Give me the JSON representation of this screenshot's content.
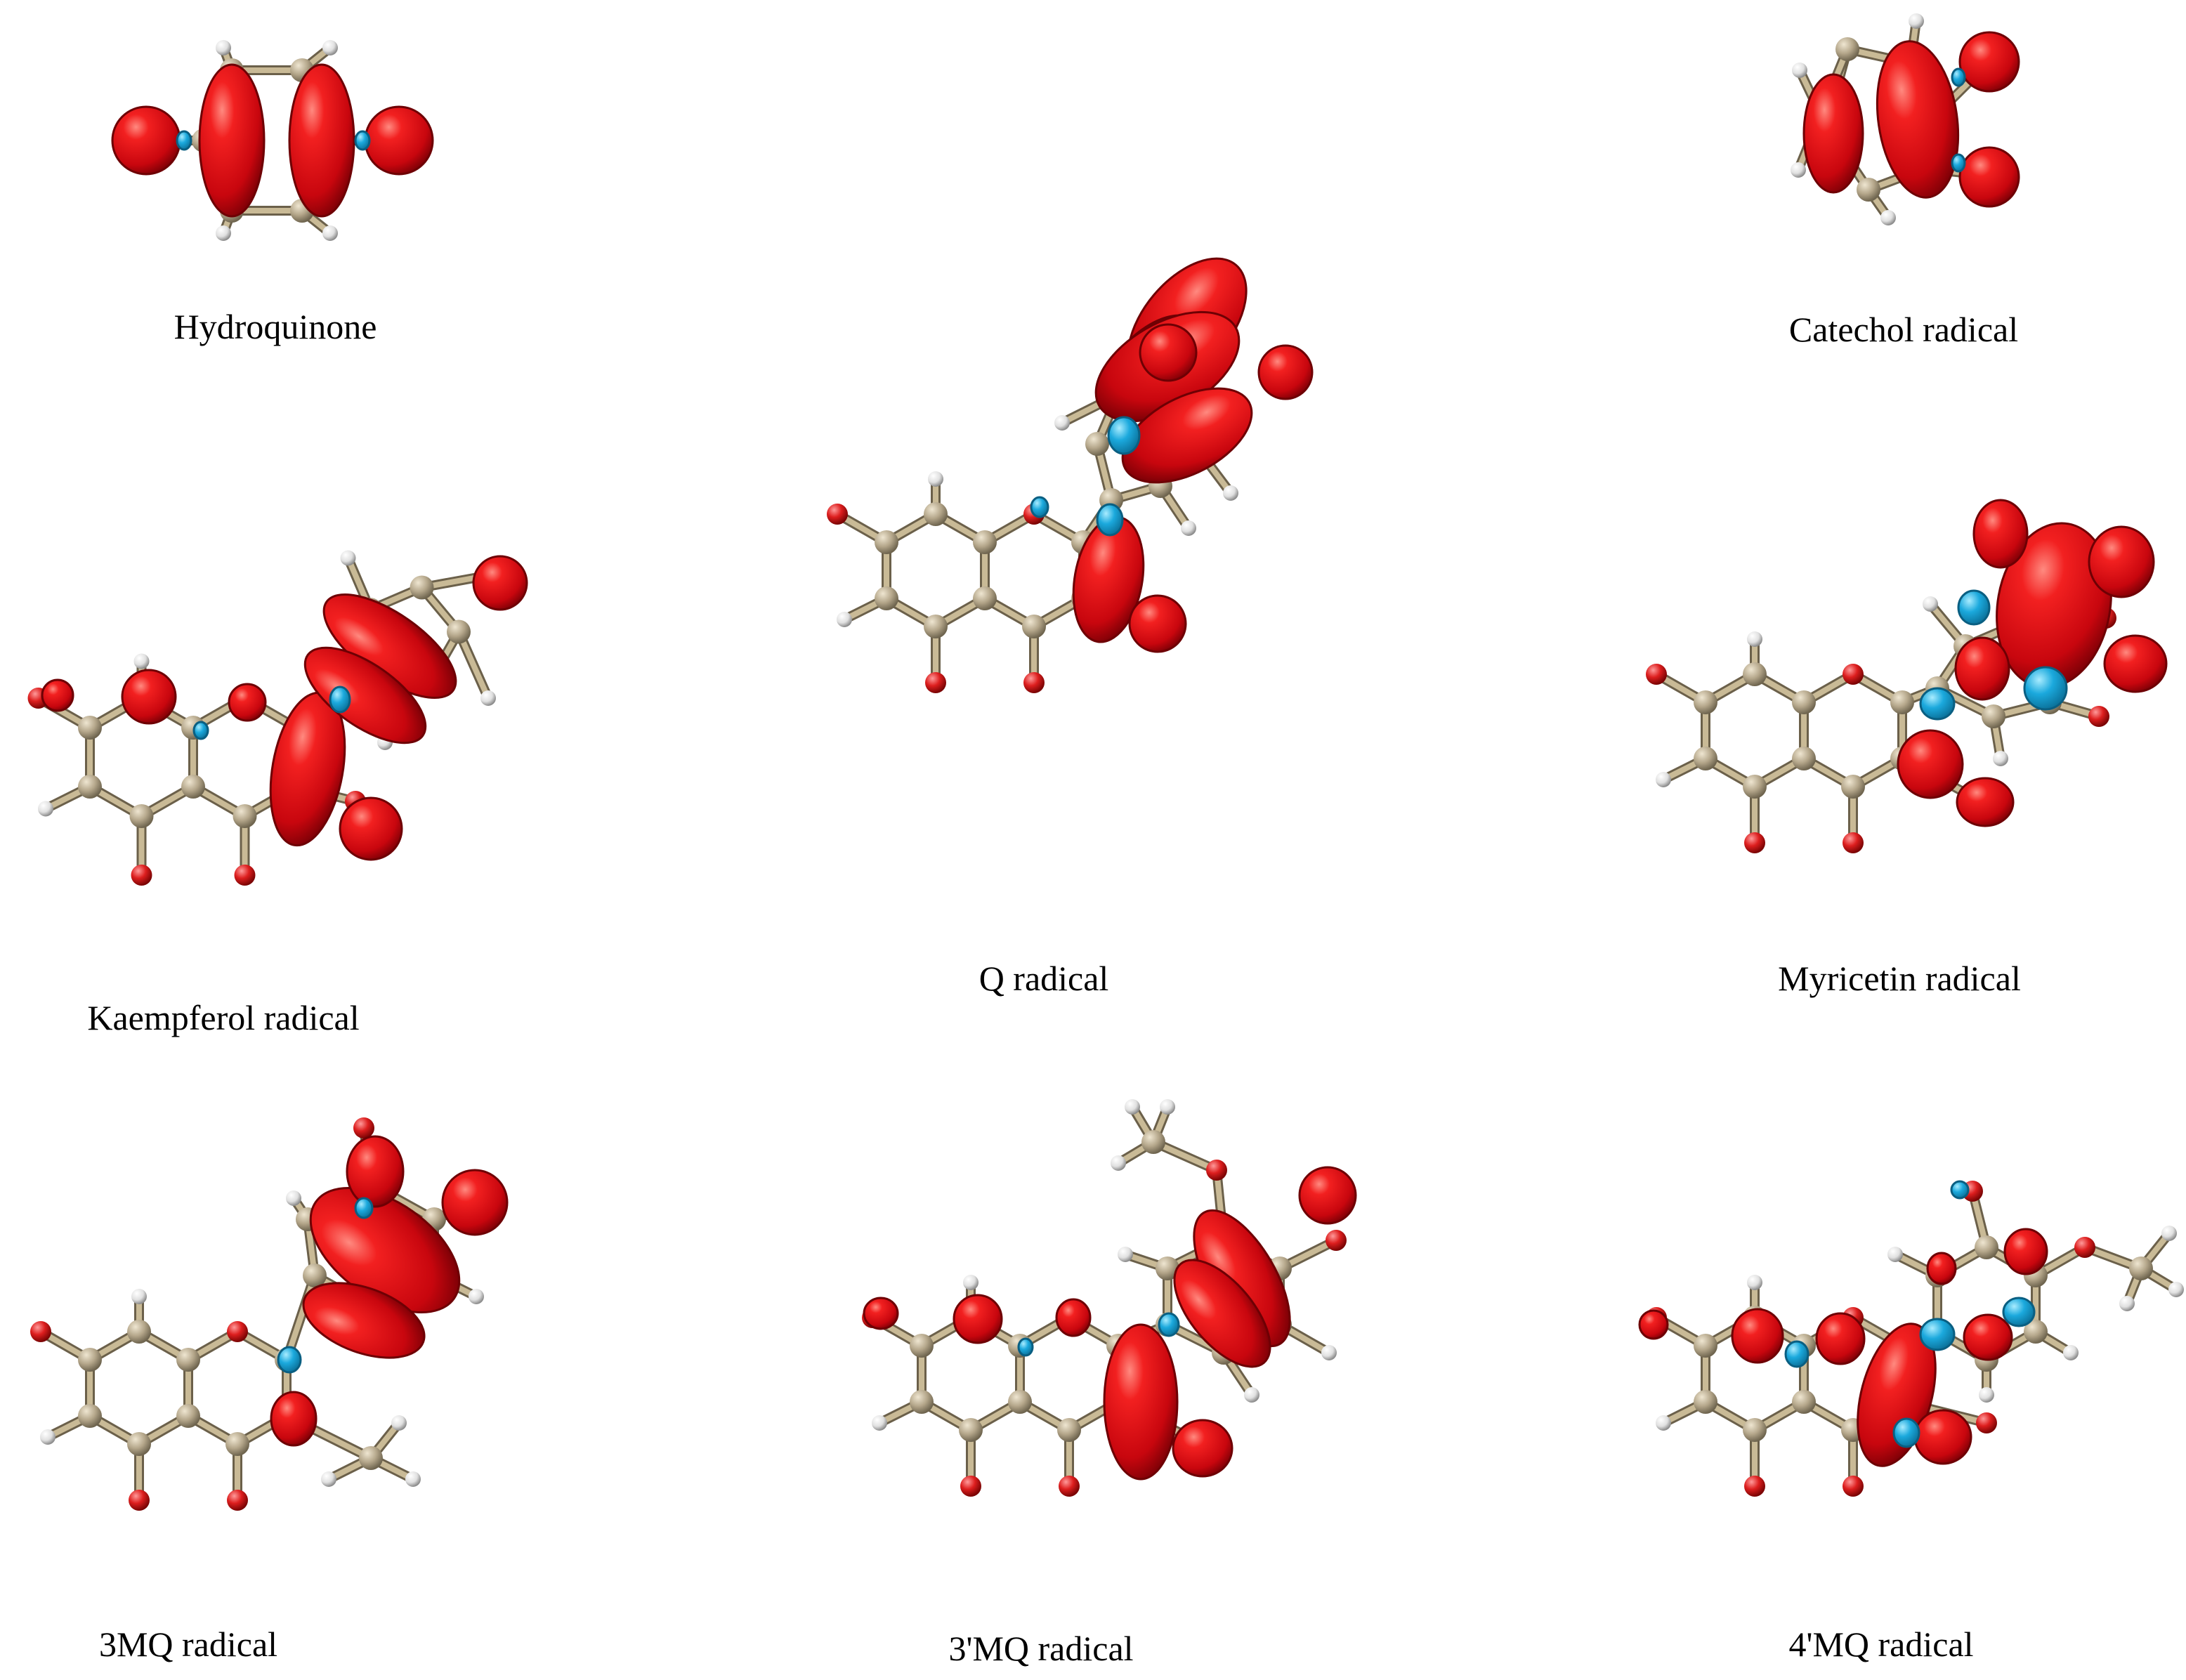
{
  "figure": {
    "colors": {
      "positive_lobe": "#e60d17",
      "negative_lobe": "#1ba9dd",
      "carbon": "#b4a68a",
      "oxygen": "#dd1e1e",
      "hydrogen": "#e8e8e8",
      "bond": "#c9ba96"
    },
    "panels": [
      {
        "id": "hydroquinone",
        "label": "Hydroquinone"
      },
      {
        "id": "catechol",
        "label": "Catechol radical"
      },
      {
        "id": "q",
        "label": "Q radical"
      },
      {
        "id": "kaempferol",
        "label": "Kaempferol radical"
      },
      {
        "id": "myricetin",
        "label": "Myricetin radical"
      },
      {
        "id": "3mq",
        "label": "3MQ radical"
      },
      {
        "id": "3pmq",
        "label": "3'MQ radical"
      },
      {
        "id": "4pmq",
        "label": "4'MQ radical"
      }
    ]
  }
}
